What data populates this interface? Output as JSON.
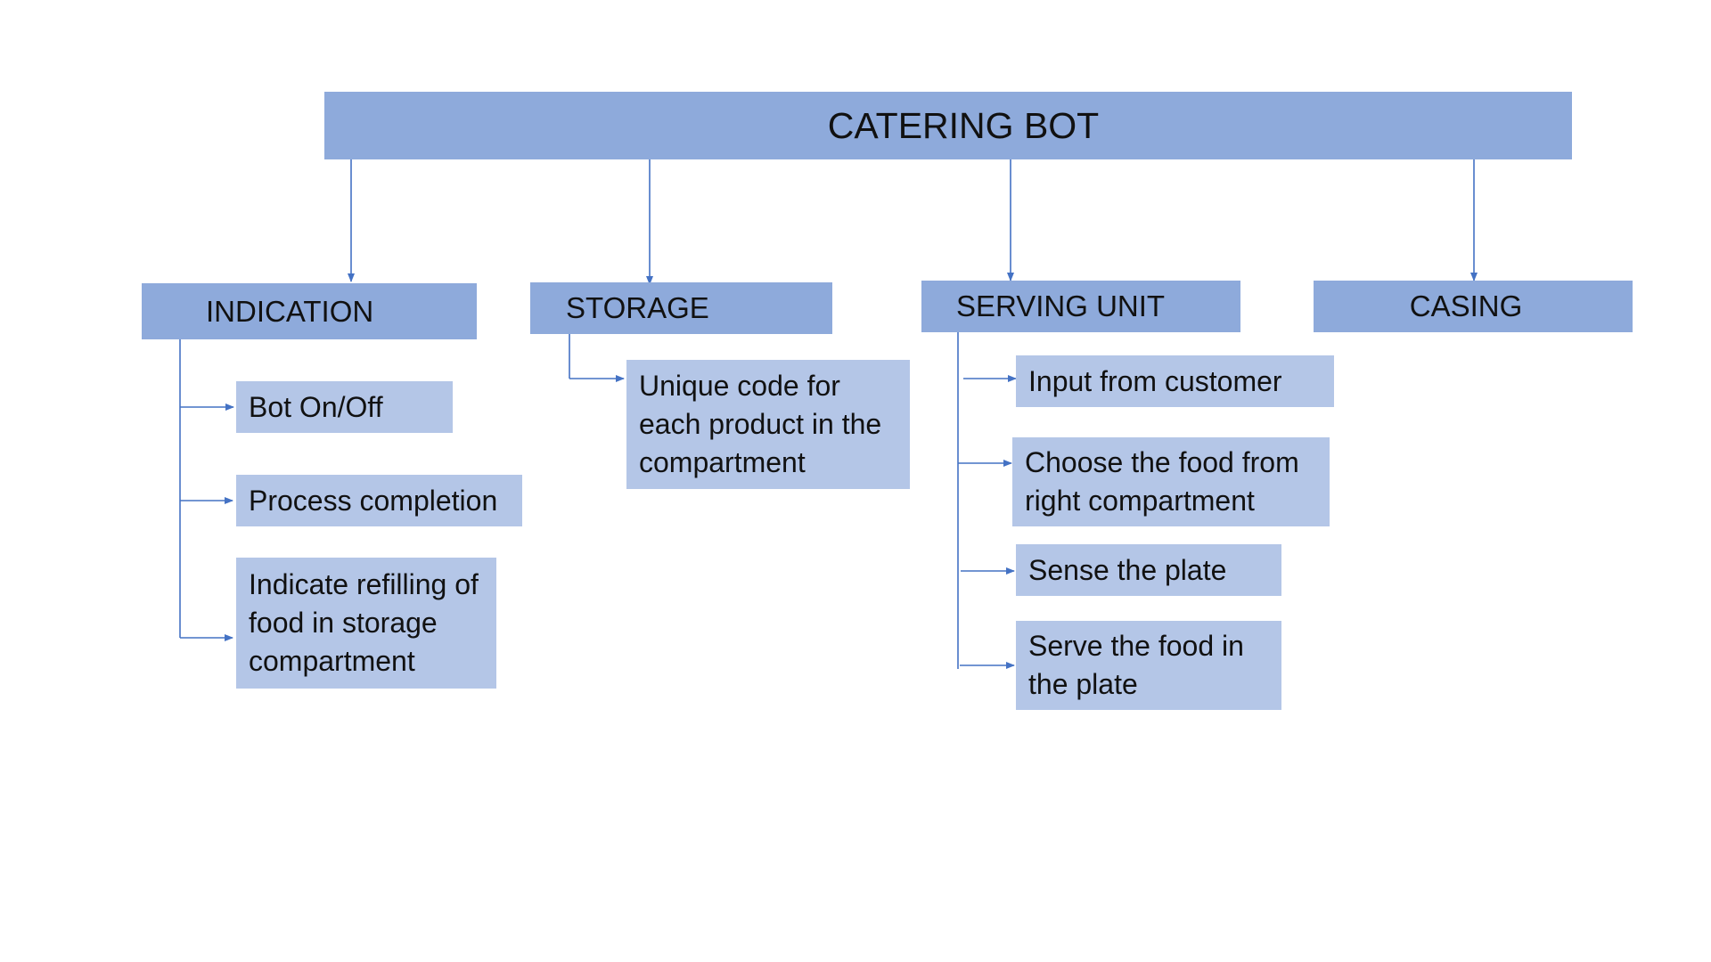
{
  "diagram": {
    "root": "CATERING BOT",
    "categories": [
      {
        "label": "INDICATION",
        "children": [
          "Bot On/Off",
          "Process completion",
          "Indicate refilling of food in storage compartment"
        ]
      },
      {
        "label": "STORAGE",
        "children": [
          "Unique code for each product in the compartment"
        ]
      },
      {
        "label": "SERVING UNIT",
        "children": [
          "Input from customer",
          "Choose the food from right compartment",
          "Sense the plate",
          "Serve the food in the plate"
        ]
      },
      {
        "label": "CASING",
        "children": []
      }
    ]
  },
  "colors": {
    "header_fill": "#8eaadb",
    "leaf_fill": "#b4c6e7",
    "connector": "#4472c4"
  }
}
